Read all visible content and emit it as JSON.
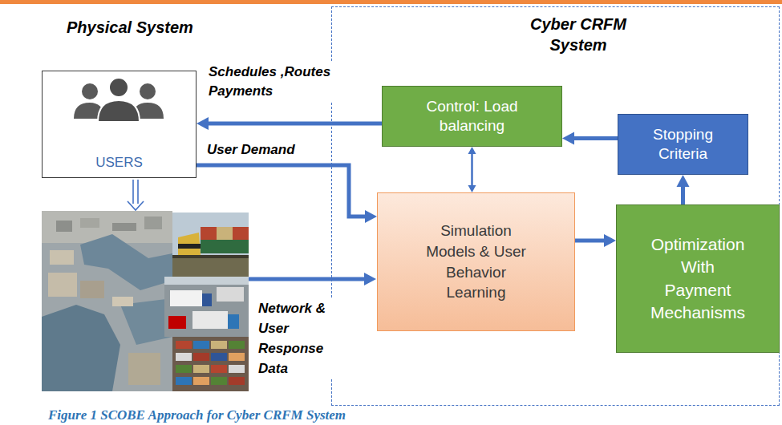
{
  "diagram": {
    "caption": "Figure 1 SCOBE Approach for Cyber CRFM System",
    "nodes": [
      {
        "text": [
          "USERS"
        ]
      },
      {
        "text": [
          "Cyber CRFM System"
        ]
      },
      {
        "text": [
          "Control: Load balancing"
        ],
        "in": 1
      },
      {
        "text": [
          "Stopping Criteria"
        ],
        "in": 1
      },
      {
        "text": [
          "Simulation Models & User Behavior Learning"
        ],
        "in": 1
      },
      {
        "text": [
          "Optimization With Payment Mechanisms"
        ],
        "in": 1
      }
    ],
    "edges": [
      {
        "from": 2,
        "to": 0,
        "arrow": "to",
        "label": "Schedules ,Routes Payments"
      },
      {
        "from": 0,
        "to": 4,
        "arrow": "to",
        "label": "User Demand"
      },
      {
        "from": 2,
        "to": 4,
        "arrow": "both"
      },
      {
        "from": 3,
        "to": 2,
        "arrow": "to"
      },
      {
        "from": 5,
        "to": 3,
        "arrow": "to"
      },
      {
        "from": 4,
        "to": 5,
        "arrow": "to"
      }
    ],
    "labels": [
      "Physical System",
      "Network & User Response Data"
    ]
  }
}
